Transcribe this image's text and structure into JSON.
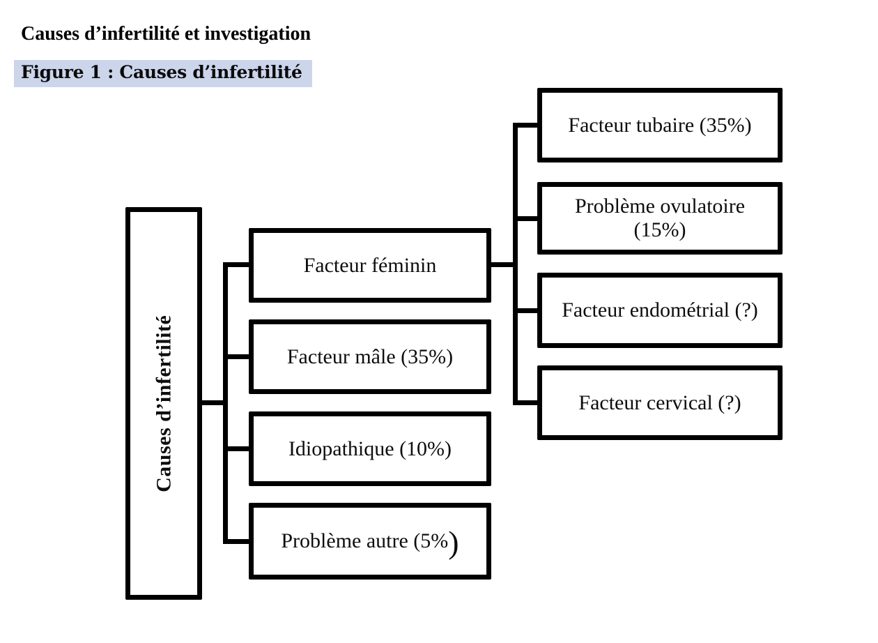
{
  "document": {
    "title": "Causes d’infertilité et investigation",
    "figure_caption": "Figure 1 : Causes d’infertilité",
    "caption_highlight_color": "#ccd5ea",
    "background_color": "#ffffff"
  },
  "diagram": {
    "type": "hierarchy-tree",
    "line_color": "#000000",
    "box_border_color": "#000000",
    "box_fill_color": "#ffffff",
    "root": {
      "label": "Causes d’infertilité"
    },
    "children": [
      {
        "label": "Facteur féminin",
        "children": [
          {
            "label": "Facteur tubaire (35%)"
          },
          {
            "label": "Problème ovulatoire",
            "label_line2": "(15%)"
          },
          {
            "label": "Facteur endométrial (?)"
          },
          {
            "label": "Facteur cervical (?)"
          }
        ]
      },
      {
        "label": "Facteur mâle (35%)"
      },
      {
        "label": "Idiopathique (10%)"
      },
      {
        "label": "Problème autre (5%)",
        "label_main": "Problème autre (5%",
        "label_big_suffix": ")"
      }
    ]
  }
}
